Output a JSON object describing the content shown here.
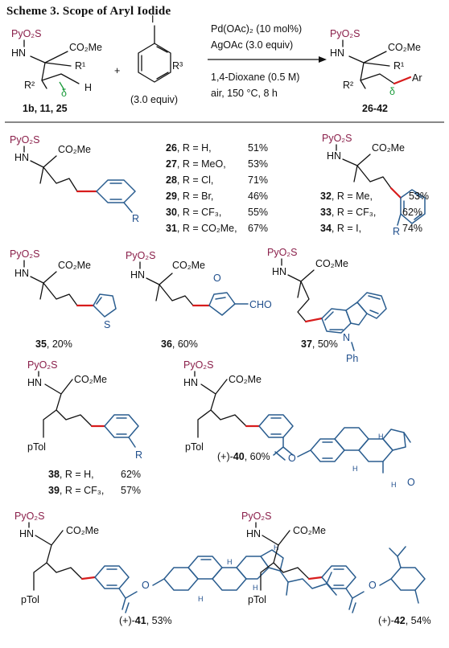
{
  "title": "Scheme 3. Scope of Aryl Iodide",
  "reaction": {
    "sm_label": "1b, 11, 25",
    "reagent_equiv": "(3.0 equiv)",
    "cond1": "Pd(OAc)₂ (10 mol%)",
    "cond2": "AgOAc (3.0 equiv)",
    "cond3": "1,4-Dioxane (0.5 M)",
    "cond4": "air, 150 °C, 8 h",
    "product_label": "26-42",
    "delta": "δ",
    "plus": "+"
  },
  "para_series": [
    {
      "num": "26",
      "r": ", R = H,",
      "yield": "51%"
    },
    {
      "num": "27",
      "r": ", R = MeO,",
      "yield": "53%"
    },
    {
      "num": "28",
      "r": ", R = Cl,",
      "yield": "71%"
    },
    {
      "num": "29",
      "r": ", R = Br,",
      "yield": "46%"
    },
    {
      "num": "30",
      "r": ", R = CF₃,",
      "yield": "55%"
    },
    {
      "num": "31",
      "r": ", R = CO₂Me,",
      "yield": "67%"
    }
  ],
  "meta_series": [
    {
      "num": "32",
      "r": ", R = Me,",
      "yield": "53%"
    },
    {
      "num": "33",
      "r": ", R = CF₃,",
      "yield": "62%"
    },
    {
      "num": "34",
      "r": ", R = I,",
      "yield": "74%"
    }
  ],
  "row2": [
    {
      "num": "35",
      "yield": ", 20%"
    },
    {
      "num": "36",
      "yield": ", 60%"
    },
    {
      "num": "37",
      "yield": ", 50%"
    }
  ],
  "row3": [
    {
      "num": "38",
      "r": ", R = H,",
      "yield": "62%"
    },
    {
      "num": "39",
      "r": ", R = CF₃,",
      "yield": "57%"
    }
  ],
  "p40": {
    "prefix": "(+)-",
    "num": "40",
    "yield": ", 60%"
  },
  "p41": {
    "prefix": "(+)-",
    "num": "41",
    "yield": ", 53%"
  },
  "p42": {
    "prefix": "(+)-",
    "num": "42",
    "yield": ", 54%"
  },
  "labels": {
    "pyo2s": "PyO₂S",
    "hn": "HN",
    "co2me": "CO₂Me",
    "r": "R",
    "r1": "R¹",
    "r2": "R²",
    "r3": "R³",
    "h": "H",
    "i": "I",
    "ar": "Ar",
    "s": "S",
    "o": "O",
    "n": "N",
    "ph": "Ph",
    "cho": "CHO",
    "ptol": "pTol"
  }
}
